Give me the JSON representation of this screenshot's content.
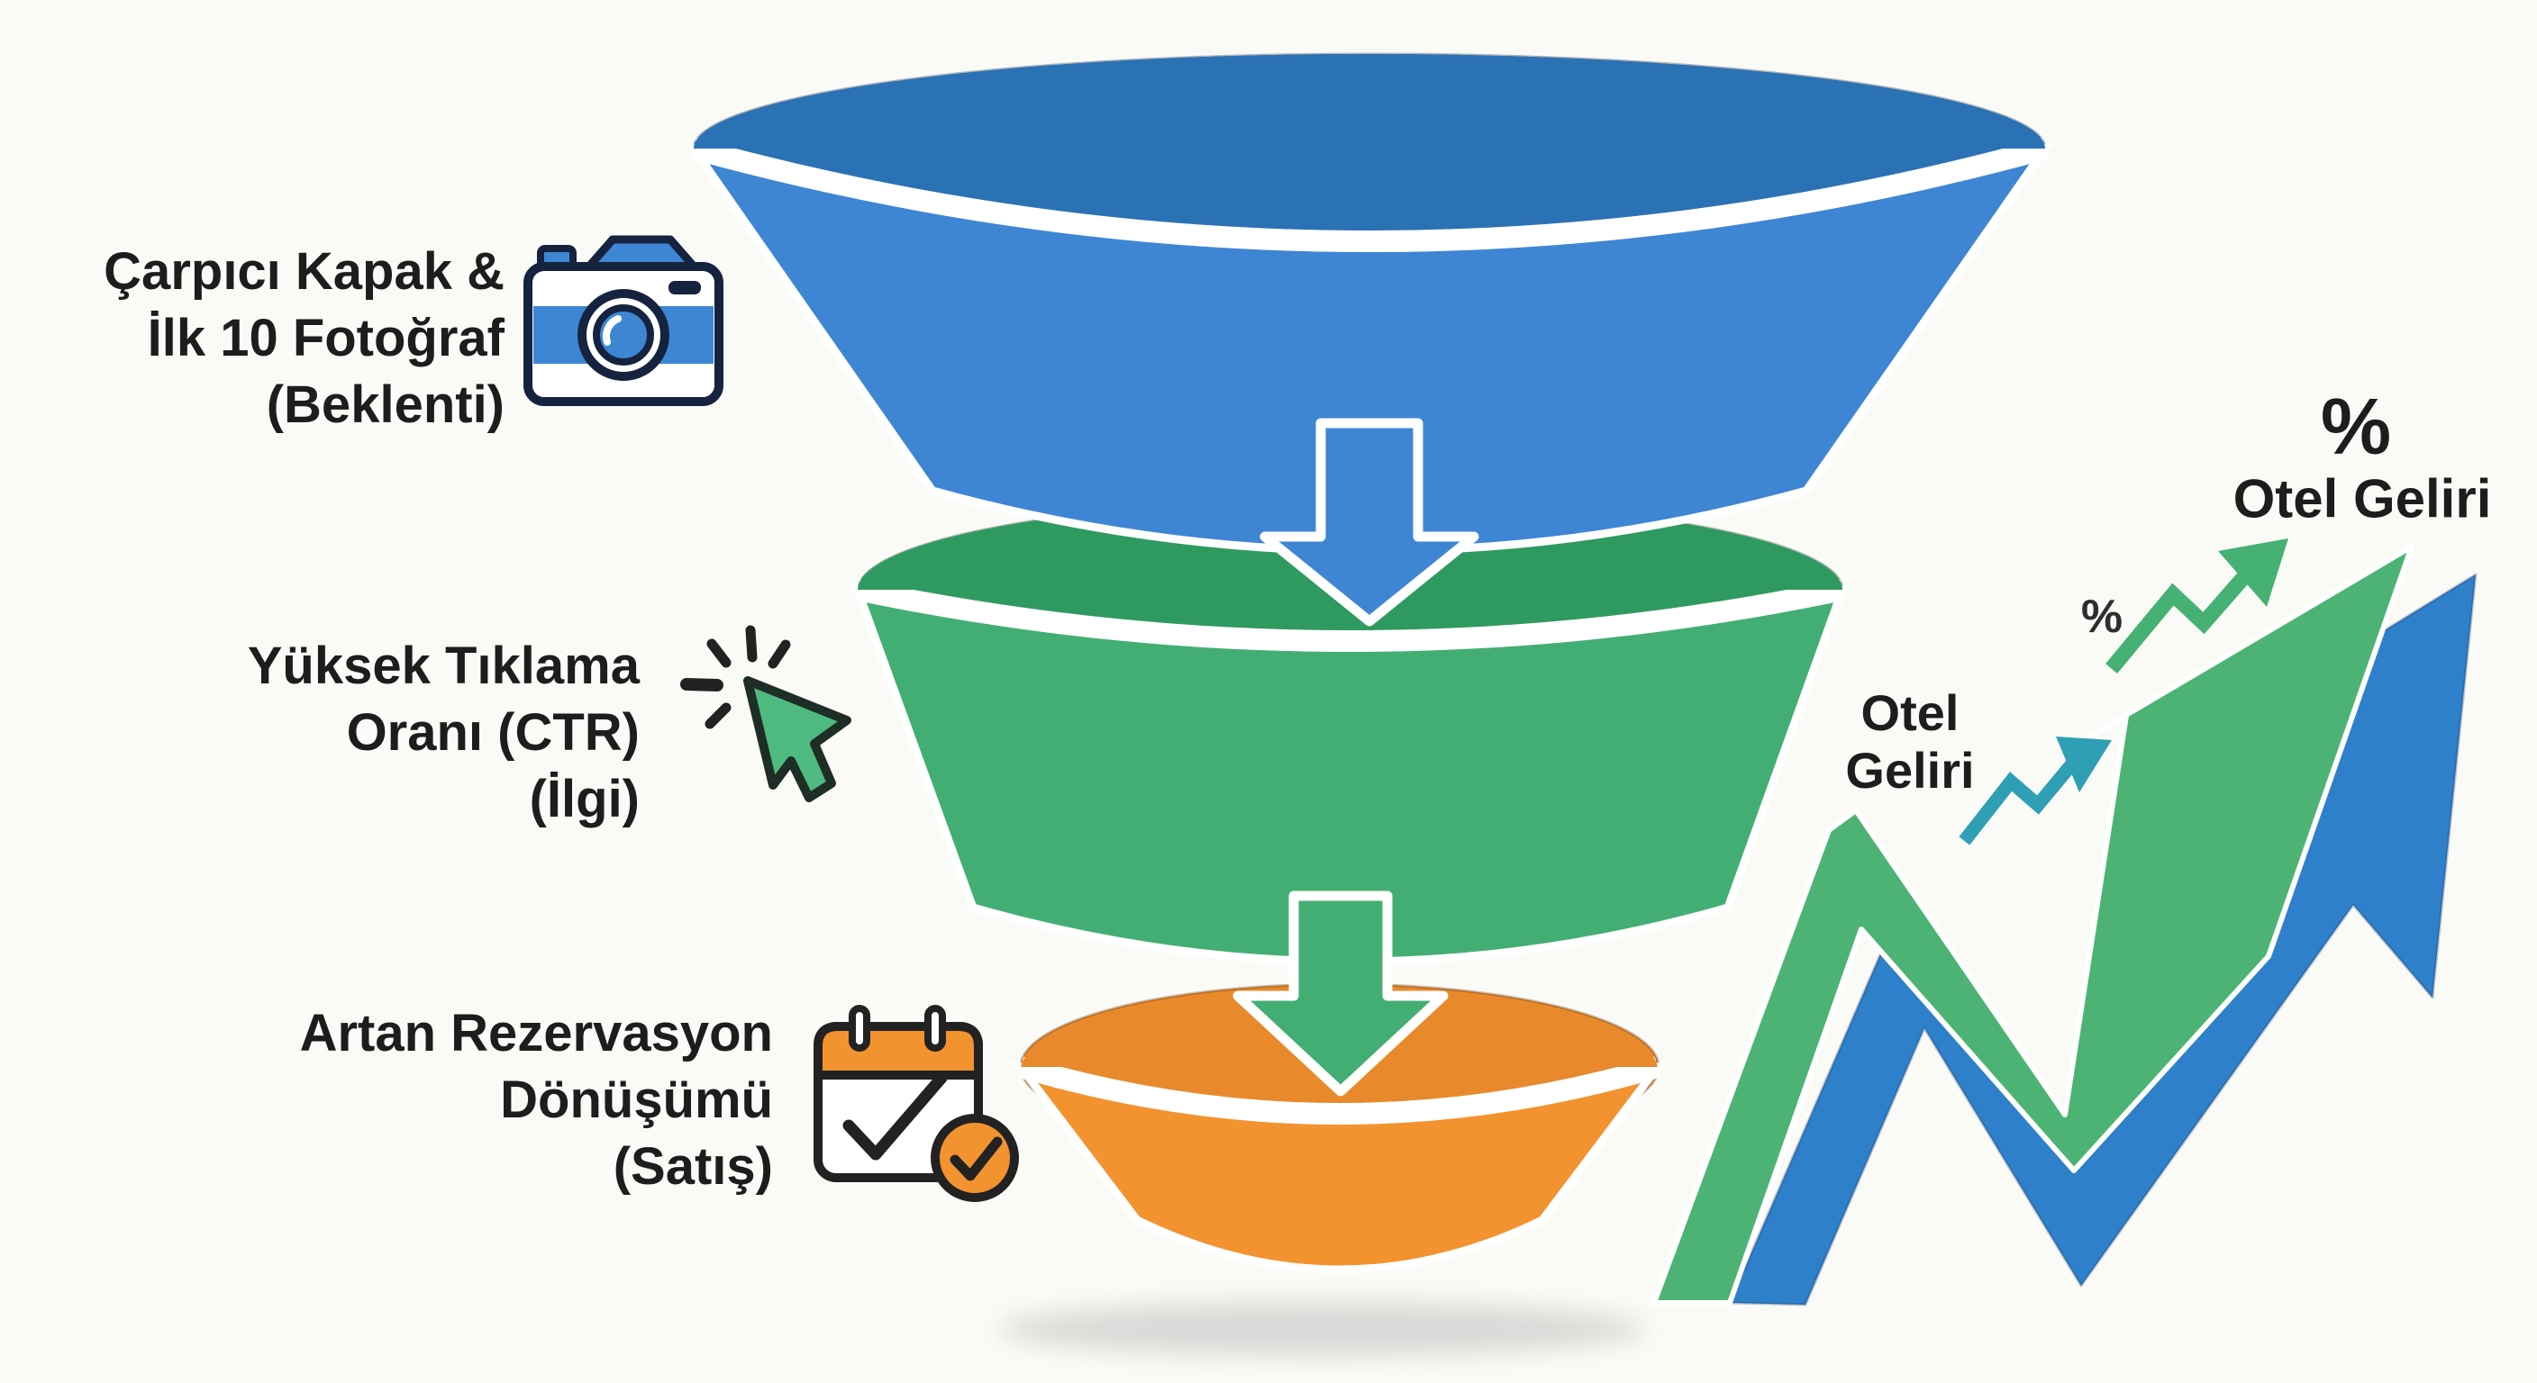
{
  "diagram": {
    "type": "funnel",
    "background_color": "#fafaf7",
    "stages": [
      {
        "label_line1": "Çarpıcı Kapak &",
        "label_line2": "İlk 10 Fotoğraf",
        "label_line3": "(Beklenti)",
        "icon": "camera-icon",
        "body_color": "#3E86D4",
        "lid_color": "#2B72B4"
      },
      {
        "label_line1": "Yüksek Tıklama",
        "label_line2": "Oranı (CTR)",
        "label_line3": "(İlgi)",
        "icon": "cursor-click-icon",
        "body_color": "#43AE73",
        "lid_color": "#2F9A5F"
      },
      {
        "label_line1": "Artan Rezervasyon",
        "label_line2": "Dönüşümü",
        "label_line3": "(Satış)",
        "icon": "calendar-check-icon",
        "body_color": "#F29330",
        "lid_color": "#E8892B"
      }
    ],
    "connectors": [
      {
        "name": "blue-down-arrow",
        "color": "#3E86D4"
      },
      {
        "name": "green-down-arrow",
        "color": "#43AE73"
      }
    ],
    "revenue": {
      "pct_large": "%",
      "title_large": "Otel Geliri",
      "pct_small": "%",
      "label_line1": "Otel",
      "label_line2": "Geliri",
      "big_arrow_green_color": "#4DB375",
      "big_arrow_blue_color": "#2F80CA",
      "small_arrow_green_color": "#45B173",
      "small_arrow_teal_color": "#2E9FB4"
    },
    "text_color": "#1d1d1d"
  }
}
